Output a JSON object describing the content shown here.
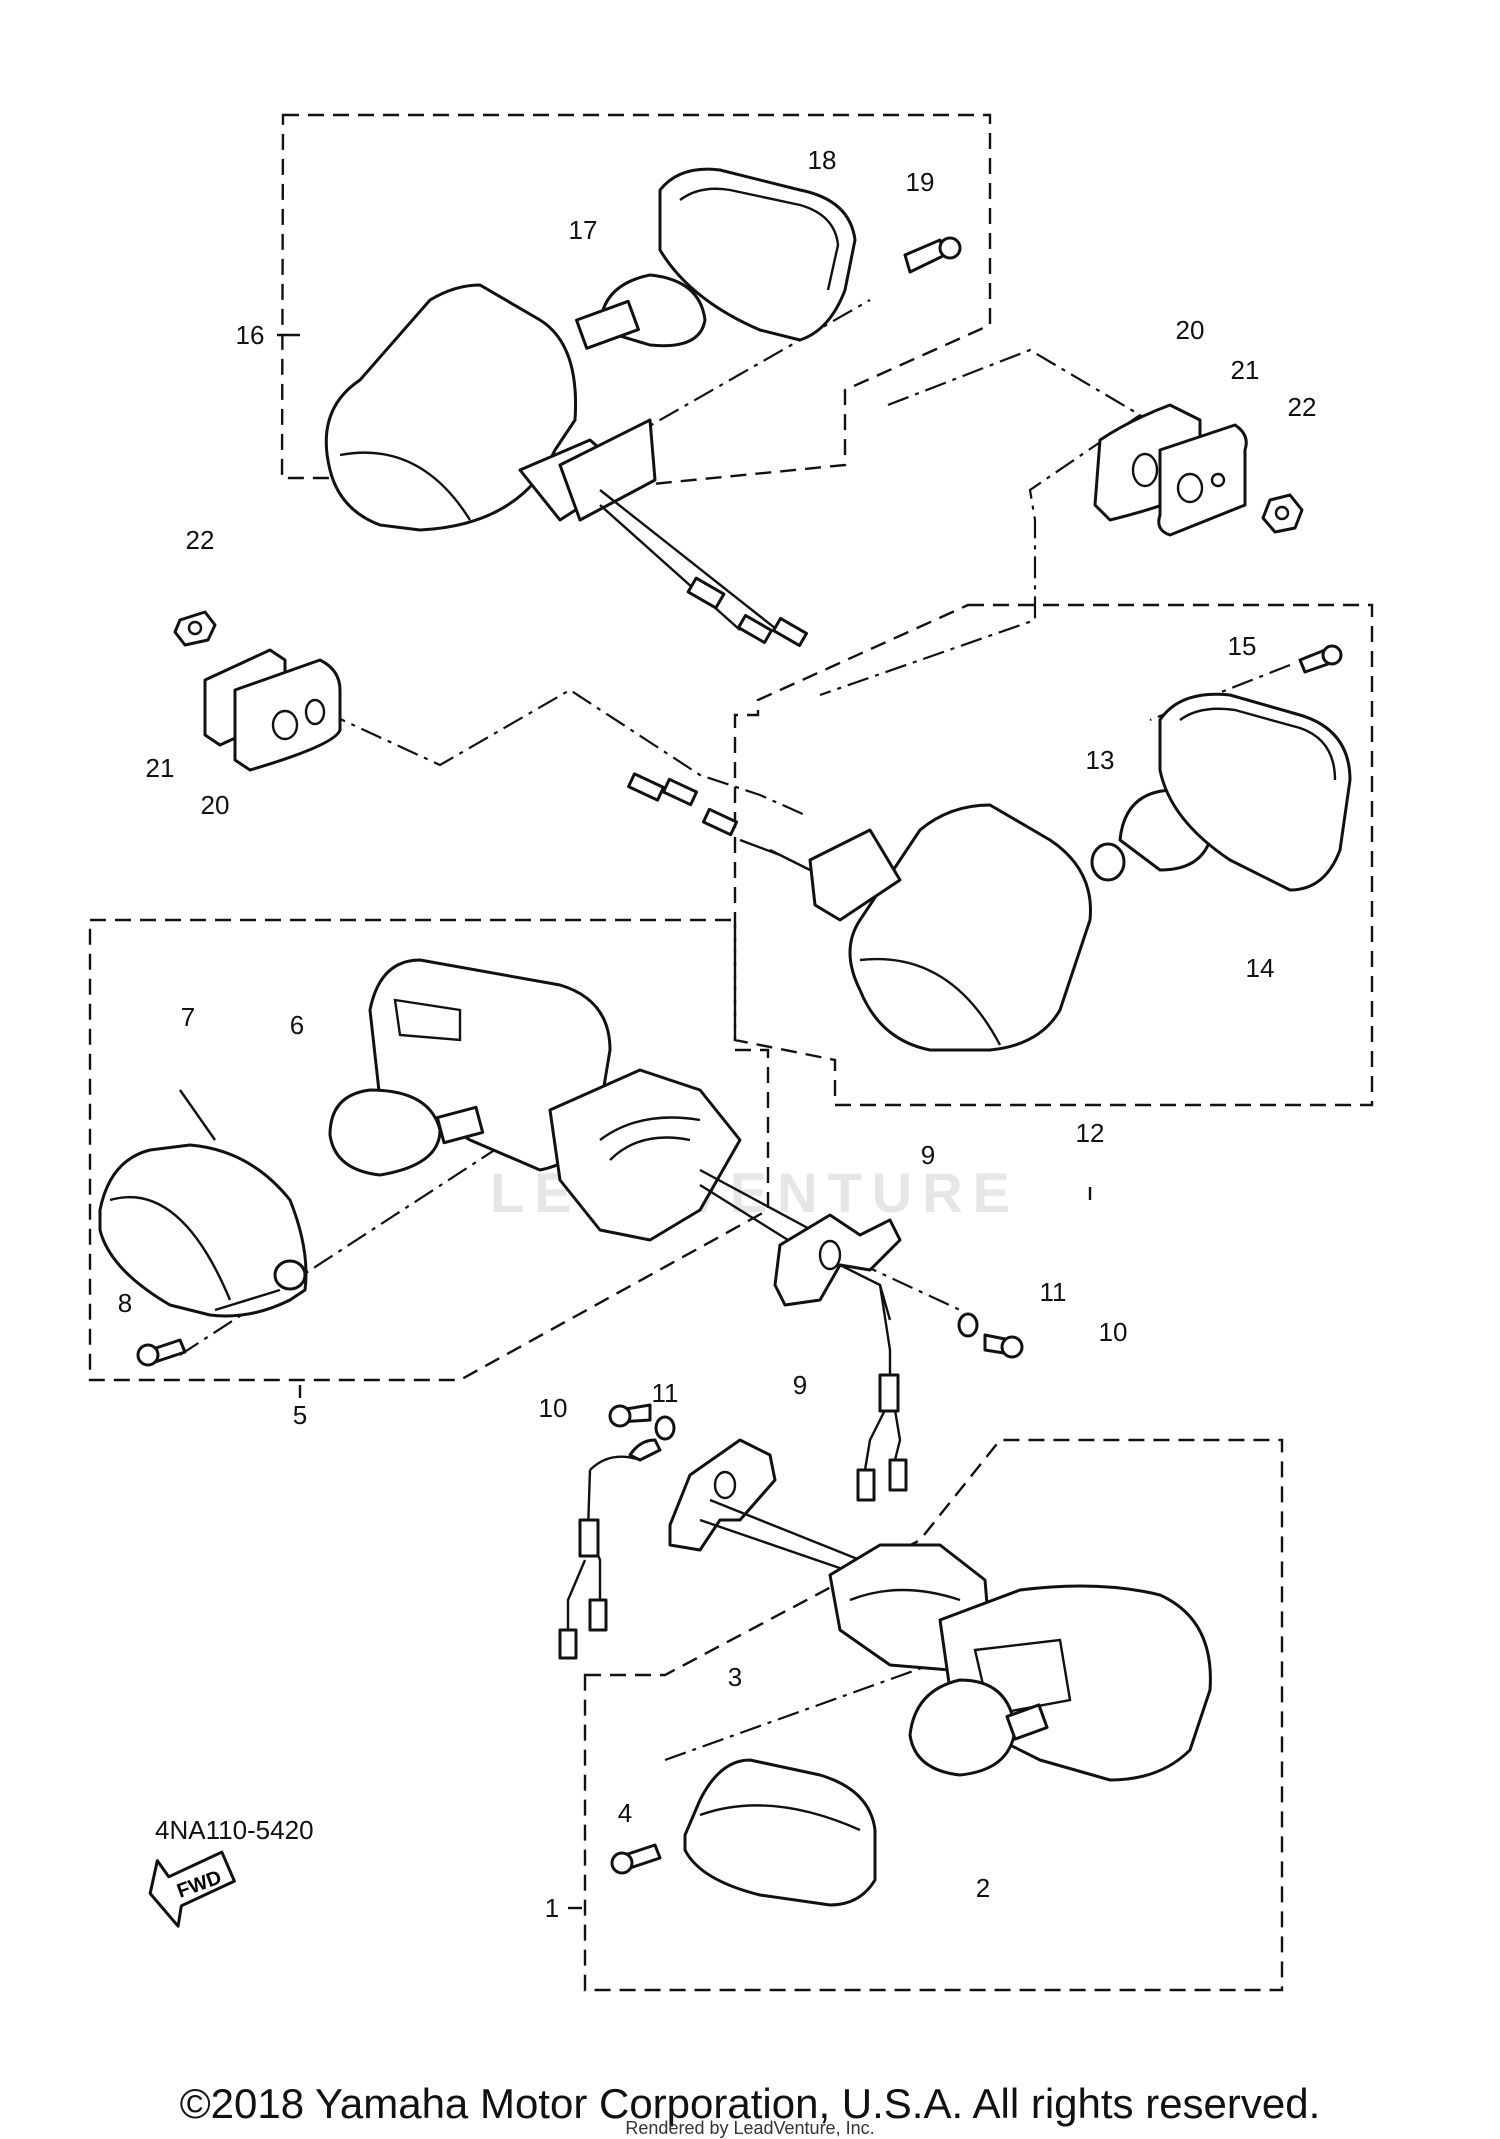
{
  "diagram": {
    "callouts": [
      "1",
      "2",
      "3",
      "4",
      "5",
      "6",
      "7",
      "8",
      "9",
      "9",
      "10",
      "10",
      "11",
      "11",
      "12",
      "13",
      "14",
      "15",
      "16",
      "17",
      "18",
      "19",
      "20",
      "20",
      "21",
      "21",
      "22",
      "22"
    ],
    "fwd_label": "FWD",
    "figure_code": "4NA110-5420",
    "watermark": "LEADVENTURE"
  },
  "footer": {
    "copyright": "©2018 Yamaha Motor Corporation, U.S.A. All rights reserved.",
    "rendered_by": "Rendered by LeadVenture, Inc."
  }
}
